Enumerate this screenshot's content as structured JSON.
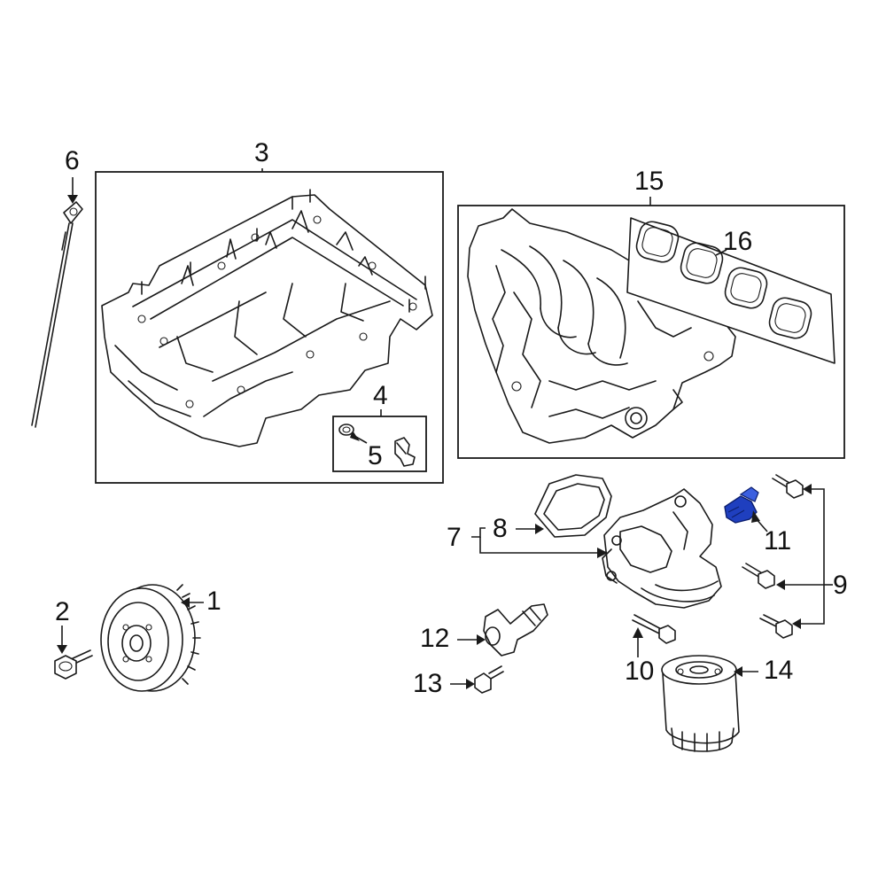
{
  "callouts": {
    "c1": "1",
    "c2": "2",
    "c3": "3",
    "c4": "4",
    "c5": "5",
    "c6": "6",
    "c7": "7",
    "c8": "8",
    "c9": "9",
    "c10": "10",
    "c11": "11",
    "c12": "12",
    "c13": "13",
    "c14": "14",
    "c15": "15",
    "c16": "16"
  },
  "colors": {
    "line": "#1a1a1a",
    "highlight": "#1f3fbf",
    "background": "#ffffff"
  }
}
